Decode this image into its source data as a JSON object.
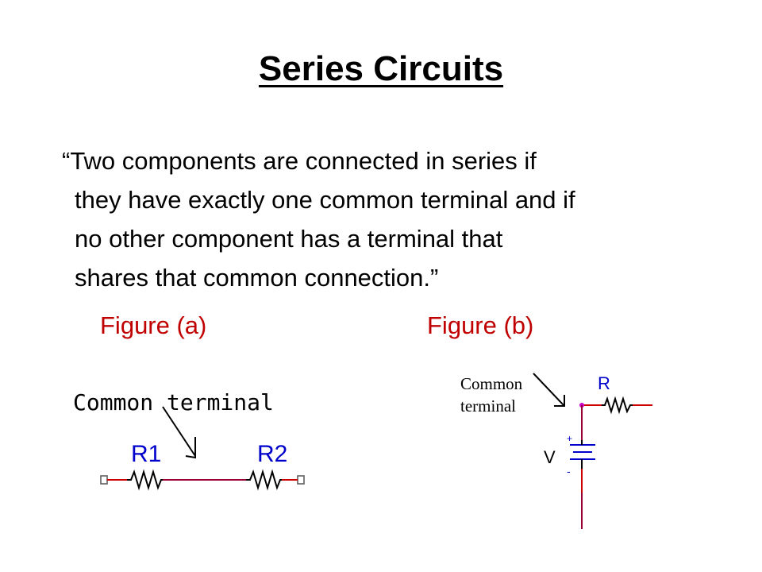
{
  "slide": {
    "title": "Series Circuits",
    "quote_lines": [
      "“Two components are connected in series if",
      "they have exactly one common terminal and if",
      "no other component has a terminal that",
      "shares that common connection.”"
    ],
    "figure_a_label": "Figure (a)",
    "figure_b_label": "Figure (b)"
  },
  "figure_a": {
    "callout": "Common terminal",
    "resistor_1": "R1",
    "resistor_2": "R2"
  },
  "figure_b": {
    "callout_line1": "Common",
    "callout_line2": "terminal",
    "resistor": "R",
    "source": "V",
    "plus_sign": "+",
    "minus_sign": "-"
  },
  "colors": {
    "figure_label": "#c00000",
    "wire_red": "#cc0000",
    "wire_purple": "#990033",
    "component_blue": "#0000cc",
    "node_magenta": "#cc00cc"
  }
}
